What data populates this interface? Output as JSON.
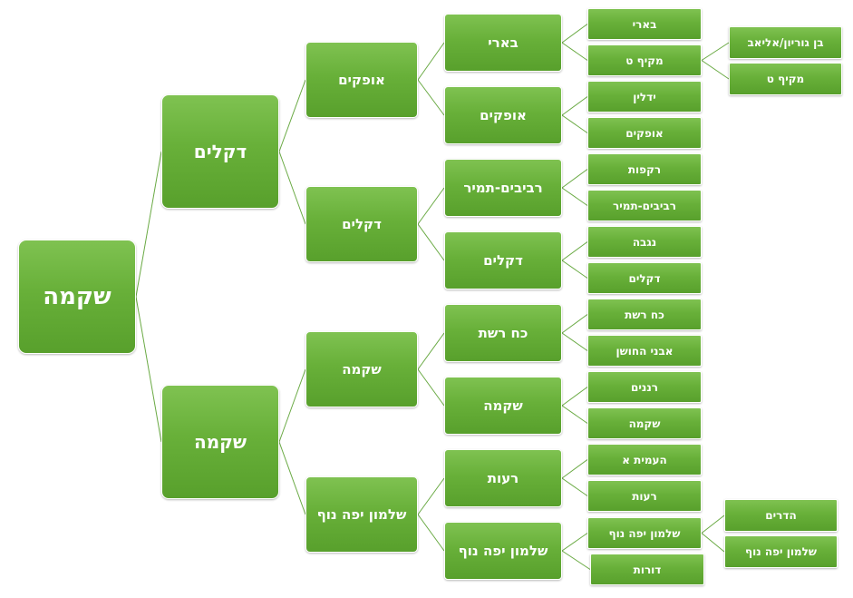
{
  "diagram": {
    "root": {
      "label": "שקמה",
      "children": [
        {
          "label": "דקלים",
          "children": [
            {
              "label": "אופקים",
              "children": [
                {
                  "label": "בארי",
                  "children": [
                    {
                      "label": "בארי"
                    },
                    {
                      "label": "מקיף ט",
                      "children": [
                        {
                          "label": "בן גוריון/אליאב"
                        },
                        {
                          "label": "מקיף ט"
                        }
                      ]
                    }
                  ]
                },
                {
                  "label": "אופקים",
                  "children": [
                    {
                      "label": "ידלין"
                    },
                    {
                      "label": "אופקים"
                    }
                  ]
                }
              ]
            },
            {
              "label": "דקלים",
              "children": [
                {
                  "label": "רביבים-תמיר",
                  "children": [
                    {
                      "label": "רקפות"
                    },
                    {
                      "label": "רביבים-תמיר"
                    }
                  ]
                },
                {
                  "label": "דקלים",
                  "children": [
                    {
                      "label": "נגבה"
                    },
                    {
                      "label": "דקלים"
                    }
                  ]
                }
              ]
            }
          ]
        },
        {
          "label": "שקמה",
          "children": [
            {
              "label": "שקמה",
              "children": [
                {
                  "label": "כח רשת",
                  "children": [
                    {
                      "label": "כח רשת"
                    },
                    {
                      "label": "אבני החושן"
                    }
                  ]
                },
                {
                  "label": "שקמה",
                  "children": [
                    {
                      "label": "רננים"
                    },
                    {
                      "label": "שקמה"
                    }
                  ]
                }
              ]
            },
            {
              "label": "שלמון יפה נוף",
              "children": [
                {
                  "label": "רעות",
                  "children": [
                    {
                      "label": "העמית א"
                    },
                    {
                      "label": "רעות"
                    }
                  ]
                },
                {
                  "label": "שלמון יפה נוף",
                  "children": [
                    {
                      "label": "שלמון יפה נוף",
                      "children": [
                        {
                          "label": "הדרים"
                        },
                        {
                          "label": "שלמון יפה נוף"
                        }
                      ]
                    },
                    {
                      "label": "דורות"
                    }
                  ]
                }
              ]
            }
          ]
        }
      ]
    }
  },
  "colors": {
    "node_top": "#7fc251",
    "node_mid": "#68b039",
    "node_bottom": "#58a02c",
    "node_border": "#ffffff",
    "connector": "#6aaa44",
    "text": "#ffffff"
  }
}
